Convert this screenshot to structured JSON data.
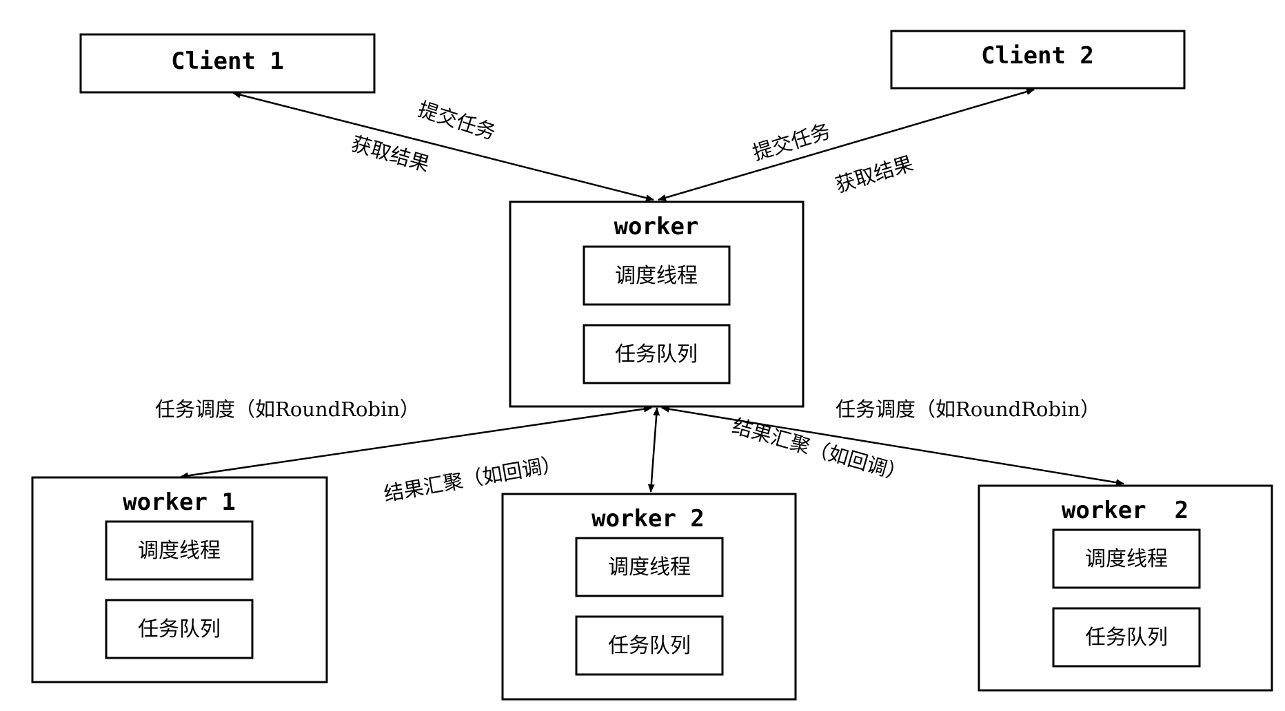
{
  "nodes": {
    "client1": {
      "title": "Client 1"
    },
    "client2": {
      "title": "Client 2"
    },
    "master": {
      "title": "worker",
      "thread": "调度线程",
      "queue": "任务队列"
    },
    "worker1": {
      "title": "worker 1",
      "thread": "调度线程",
      "queue": "任务队列"
    },
    "worker2_middle": {
      "title": "worker 2",
      "thread": "调度线程",
      "queue": "任务队列"
    },
    "worker2_right": {
      "title": "worker  2",
      "thread": "调度线程",
      "queue": "任务队列"
    }
  },
  "edge_labels": {
    "client1_submit": "提交任务",
    "client1_fetch": "获取结果",
    "client2_submit": "提交任务",
    "client2_fetch": "获取结果",
    "left_dispatch": "任务调度（如RoundRobin）",
    "left_aggregate": "结果汇聚（如回调）",
    "right_dispatch": "任务调度（如RoundRobin）",
    "right_aggregate": "结果汇聚（如回调）"
  }
}
